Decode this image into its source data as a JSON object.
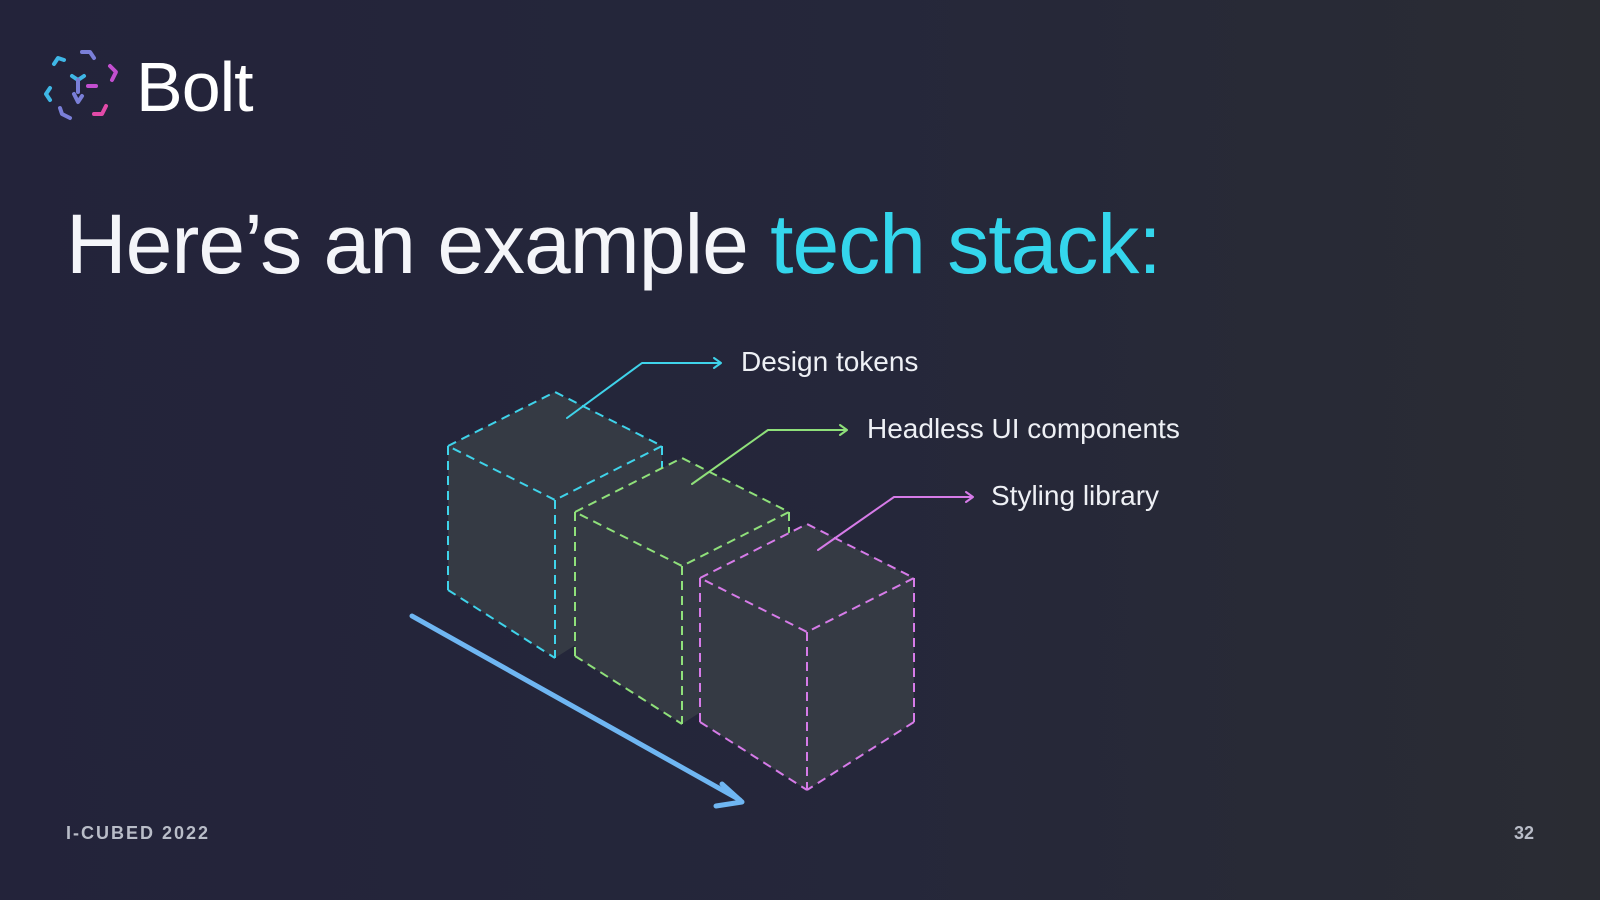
{
  "brand": {
    "name": "Bolt",
    "logo_icon": "bolt-logo-icon",
    "logo_colors": [
      "#3fb7e6",
      "#7a7fd8",
      "#c34fd0",
      "#e24aa8"
    ]
  },
  "slide": {
    "title_plain": "Here’s an example ",
    "title_accent": "tech stack:",
    "accent_color": "#34d6ec"
  },
  "stack": {
    "layers": [
      {
        "label": "Design tokens",
        "color": "#3fd3ea"
      },
      {
        "label": "Headless UI components",
        "color": "#8fe07a"
      },
      {
        "label": "Styling library",
        "color": "#d67be8"
      }
    ],
    "direction_arrow_color": "#6fb6f2",
    "cube_fill": "#353a44"
  },
  "footer": {
    "event": "I-CUBED 2022",
    "page_number": "32"
  }
}
